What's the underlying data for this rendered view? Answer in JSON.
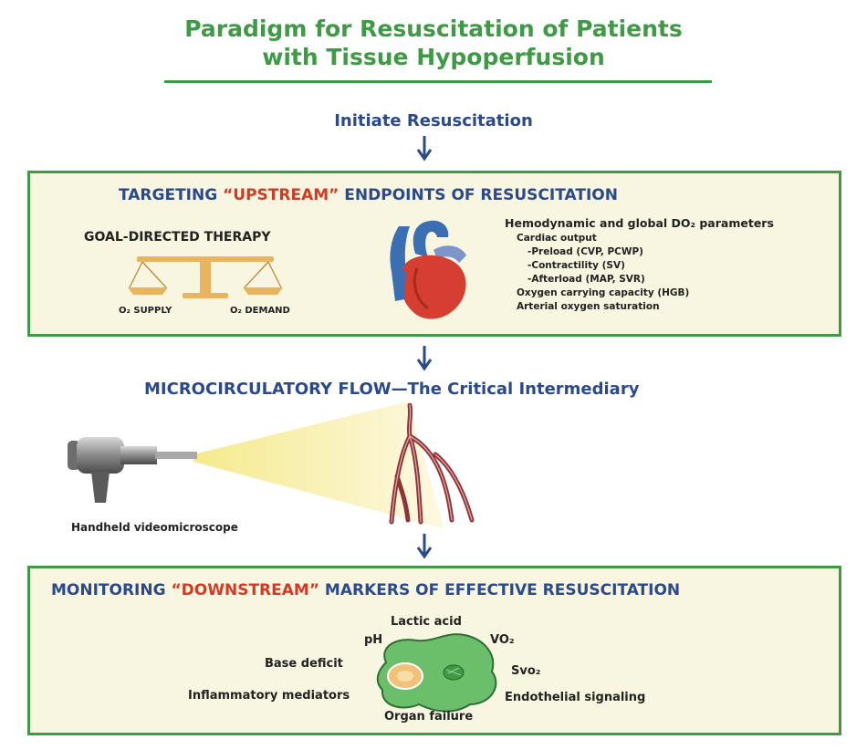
{
  "title": {
    "line1": "Paradigm for Resuscitation of Patients",
    "line2": "with Tissue Hypoperfusion"
  },
  "step1": "Initiate Resuscitation",
  "upstream": {
    "head_pre": "TARGETING ",
    "head_red": "“UPSTREAM”",
    "head_post": " ENDPOINTS OF RESUSCITATION",
    "gdt_label": "GOAL-DIRECTED THERAPY",
    "supply_label": "O₂ SUPPLY",
    "demand_label": "O₂ DEMAND",
    "params_title": "Hemodynamic and global DO₂ parameters",
    "params": [
      "Cardiac output",
      "-Preload (CVP, PCWP)",
      "-Contractility (SV)",
      "-Afterload (MAP, SVR)",
      "Oxygen carrying capacity (HGB)",
      "Arterial oxygen saturation"
    ]
  },
  "micro": {
    "head": "MICROCIRCULATORY FLOW—The Critical Intermediary",
    "device_label": "Handheld videomicroscope"
  },
  "downstream": {
    "head_pre": "MONITORING ",
    "head_red": "“DOWNSTREAM”",
    "head_post": " MARKERS OF EFFECTIVE RESUSCITATION",
    "markers": {
      "lactic": "Lactic acid",
      "ph": "pH",
      "vo2": "VO₂",
      "base": "Base deficit",
      "svo2": "Svo₂",
      "inflam": "Inflammatory mediators",
      "endo": "Endothelial signaling",
      "organ": "Organ failure"
    }
  },
  "colors": {
    "title_green": "#3f9a45",
    "heading_blue": "#2b4a8b",
    "accent_red": "#d23a26",
    "panel_fill": "#f8f6e0",
    "scale_gold": "#e8b460"
  }
}
